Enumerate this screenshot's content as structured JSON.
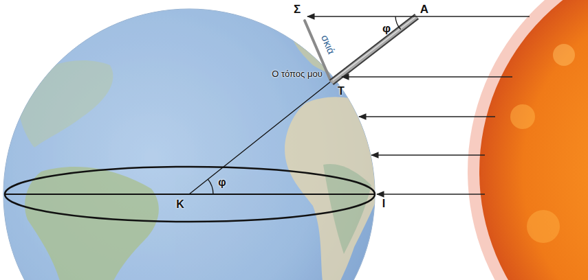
{
  "diagram": {
    "labels": [
      "Σ",
      "Α",
      "φ",
      "σκιά",
      "Ο τόπος μου",
      "Τ",
      "Κ",
      "φ",
      "Ι"
    ]
  }
}
